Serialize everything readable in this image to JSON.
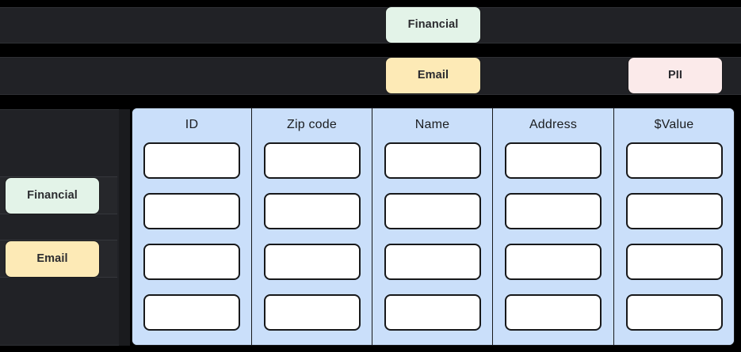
{
  "tag_rows": [
    {
      "row_name": "row-financial",
      "chips": [
        {
          "label": "Financial",
          "kind": "financial",
          "color": "#e3f3e8"
        }
      ]
    },
    {
      "row_name": "row-email-pii",
      "chips": [
        {
          "label": "Email",
          "kind": "email",
          "color": "#fdeab6"
        },
        {
          "label": "PII",
          "kind": "pii",
          "color": "#fbeaea"
        }
      ]
    }
  ],
  "sidebar": {
    "items": [
      {
        "label": "Financial",
        "kind": "financial",
        "color": "#e3f3e8"
      },
      {
        "label": "Email",
        "kind": "email",
        "color": "#fdeab6"
      }
    ]
  },
  "table": {
    "columns": [
      {
        "header": "ID"
      },
      {
        "header": "Zip code"
      },
      {
        "header": "Name"
      },
      {
        "header": "Address"
      },
      {
        "header": "$Value"
      }
    ],
    "row_count": 4,
    "cell_values": [
      [
        "",
        "",
        "",
        "",
        ""
      ],
      [
        "",
        "",
        "",
        "",
        ""
      ],
      [
        "",
        "",
        "",
        "",
        ""
      ],
      [
        "",
        "",
        "",
        "",
        ""
      ]
    ],
    "header_background": "#cadffa",
    "cell_background": "#ffffff"
  },
  "theme": {
    "page_background": "#000000",
    "band_background": "#212226",
    "border": "#17181a"
  }
}
